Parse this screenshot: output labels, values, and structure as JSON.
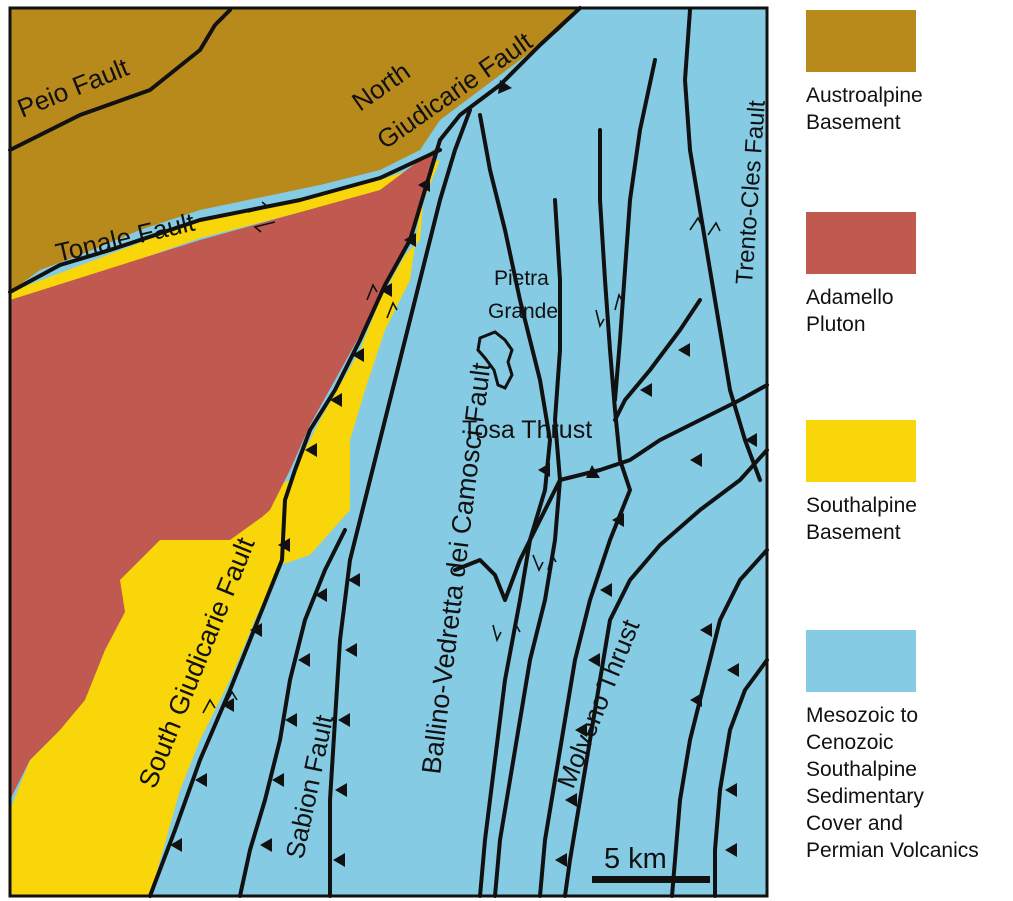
{
  "colors": {
    "austroalpine": "#b8891b",
    "adamello": "#c0594f",
    "southalpine_basement": "#f9d60a",
    "sedimentary": "#85cbe4",
    "line": "#111111"
  },
  "map": {
    "labels": {
      "peio_fault": "Peio Fault",
      "north_giudicarie_1": "North",
      "north_giudicarie_2": "Giudicarie Fault",
      "tonale_fault": "Tonale Fault",
      "trento_cles_fault": "Trento-Cles Fault",
      "pietra_1": "Pietra",
      "pietra_2": "Grande",
      "ballino_fault": "Ballino-Vedretta dei Camosci Fault",
      "tosa_thrust": "Tosa Thrust",
      "south_giudicarie_fault": "South Giudicarie Fault",
      "sabion_fault": "Sabion Fault",
      "molveno_thrust": "Molveno Thrust",
      "scale_bar": "5 km"
    }
  },
  "legend": {
    "items": [
      {
        "color_key": "austroalpine",
        "lines": [
          "Austroalpine",
          "Basement"
        ]
      },
      {
        "color_key": "adamello",
        "lines": [
          "Adamello",
          "Pluton"
        ]
      },
      {
        "color_key": "southalpine_basement",
        "lines": [
          "Southalpine",
          "Basement"
        ]
      },
      {
        "color_key": "sedimentary",
        "lines": [
          "Mesozoic to",
          "Cenozoic",
          "Southalpine",
          "Sedimentary",
          "Cover and",
          "Permian Volcanics"
        ]
      }
    ]
  }
}
